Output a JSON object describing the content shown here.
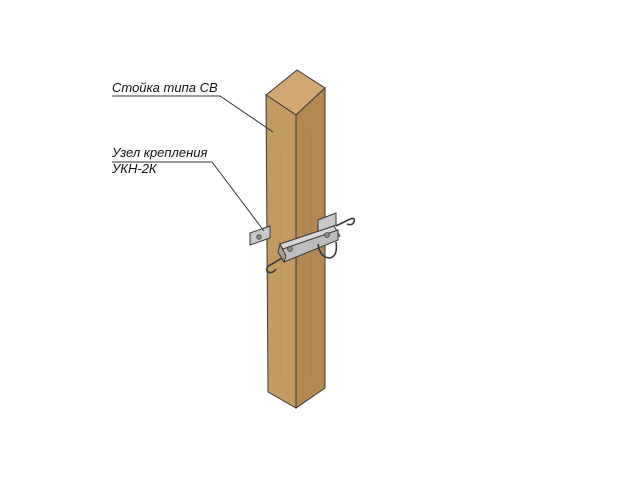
{
  "callouts": {
    "post_label": "Стойка типа СВ",
    "node_label_line1": "Узел крепления",
    "node_label_line2": "УКН-2К"
  },
  "colors": {
    "wood_front": "#c49a63",
    "wood_side": "#b38852",
    "wood_top": "#d1a874",
    "outline": "#3a3a3a",
    "metal": "#c9c9c9",
    "metal_dark": "#8e8e8e",
    "leader": "#333333"
  }
}
